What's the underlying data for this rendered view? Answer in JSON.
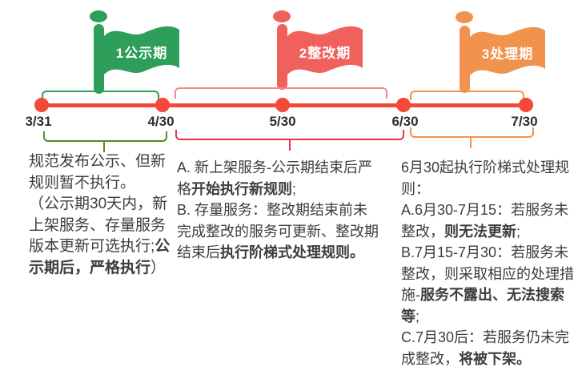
{
  "flags": [
    {
      "label": "1公示期",
      "color": "#2e9e5b"
    },
    {
      "label": "2整改期",
      "color": "#f0605c"
    },
    {
      "label": "3处理期",
      "color": "#f0934c"
    }
  ],
  "timeline": {
    "dates": [
      "3/31",
      "4/30",
      "5/30",
      "6/30",
      "7/30"
    ],
    "line_color": "#f4483a"
  },
  "brackets": {
    "top_green": "#2e9e5b",
    "top_pink": "#f9848e",
    "top_orange": "#f0934c",
    "bottom_green": "#578c1f",
    "bottom_red": "#ea3642",
    "bottom_orange": "#f0934c"
  },
  "notes": {
    "public_period": {
      "segments": [
        {
          "t": "规范发布公示、但新规则暂不执行。\n（公示期30天内，新上架服务、存量服务版本更新可选执行;",
          "b": false
        },
        {
          "t": "公示期后，严格执行",
          "b": true
        },
        {
          "t": "）",
          "b": false
        }
      ]
    },
    "rectify_period": {
      "segments": [
        {
          "t": "A. 新上架服务-公示期结束后严格",
          "b": false
        },
        {
          "t": "开始执行新规则",
          "b": true
        },
        {
          "t": ";\nB. 存量服务：整改期结束前未完成整改的服务可更新、整改期结束后",
          "b": false
        },
        {
          "t": "执行阶梯式处理规则。",
          "b": true
        }
      ]
    },
    "handle_period": {
      "segments": [
        {
          "t": "6月30起执行阶梯式处理规则：\nA.6月30-7月15：若服务未整改，",
          "b": false
        },
        {
          "t": "则无法更新",
          "b": true
        },
        {
          "t": ";\nB.7月15-7月30：若服务未整改，则采取相应的处理措施-",
          "b": false
        },
        {
          "t": "服务不露出、无法搜索等",
          "b": true
        },
        {
          "t": ";\nC.7月30后：若服务仍未完成整改，",
          "b": false
        },
        {
          "t": "将被下架。",
          "b": true
        }
      ]
    }
  }
}
